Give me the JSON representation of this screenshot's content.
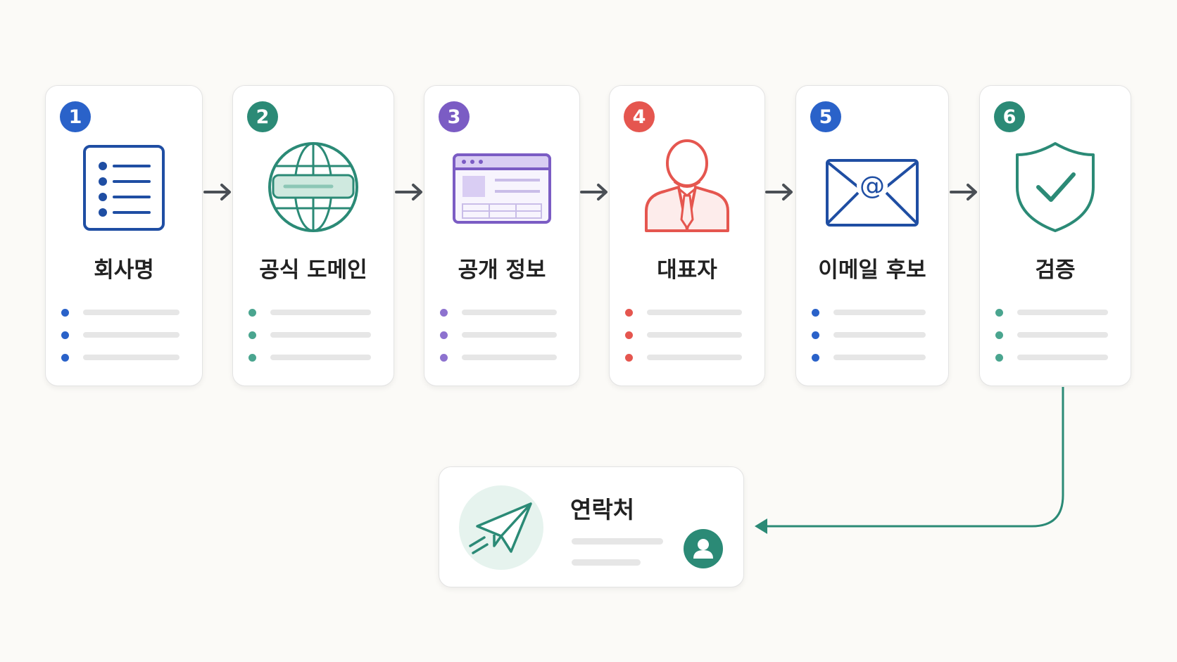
{
  "colors": {
    "blue": "#2a62c9",
    "teal": "#2b8a76",
    "purple": "#7b5cc4",
    "red": "#e5564f",
    "navy": "#1f4ea3",
    "line_gray": "#e6e6e6",
    "arrow_gray": "#4a4f55"
  },
  "steps": [
    {
      "number": "1",
      "title": "회사명",
      "icon": "list-document-icon",
      "color": "#2a62c9"
    },
    {
      "number": "2",
      "title": "공식 도메인",
      "icon": "globe-icon",
      "color": "#2b8a76"
    },
    {
      "number": "3",
      "title": "공개 정보",
      "icon": "browser-window-icon",
      "color": "#7b5cc4"
    },
    {
      "number": "4",
      "title": "대표자",
      "icon": "person-tie-icon",
      "color": "#e5564f"
    },
    {
      "number": "5",
      "title": "이메일 후보",
      "icon": "email-envelope-icon",
      "color": "#2a62c9"
    },
    {
      "number": "6",
      "title": "검증",
      "icon": "shield-check-icon",
      "color": "#2b8a76"
    }
  ],
  "result": {
    "title": "연락처",
    "icon": "paper-plane-icon",
    "avatar_icon": "user-avatar-icon",
    "color": "#2b8a76"
  }
}
